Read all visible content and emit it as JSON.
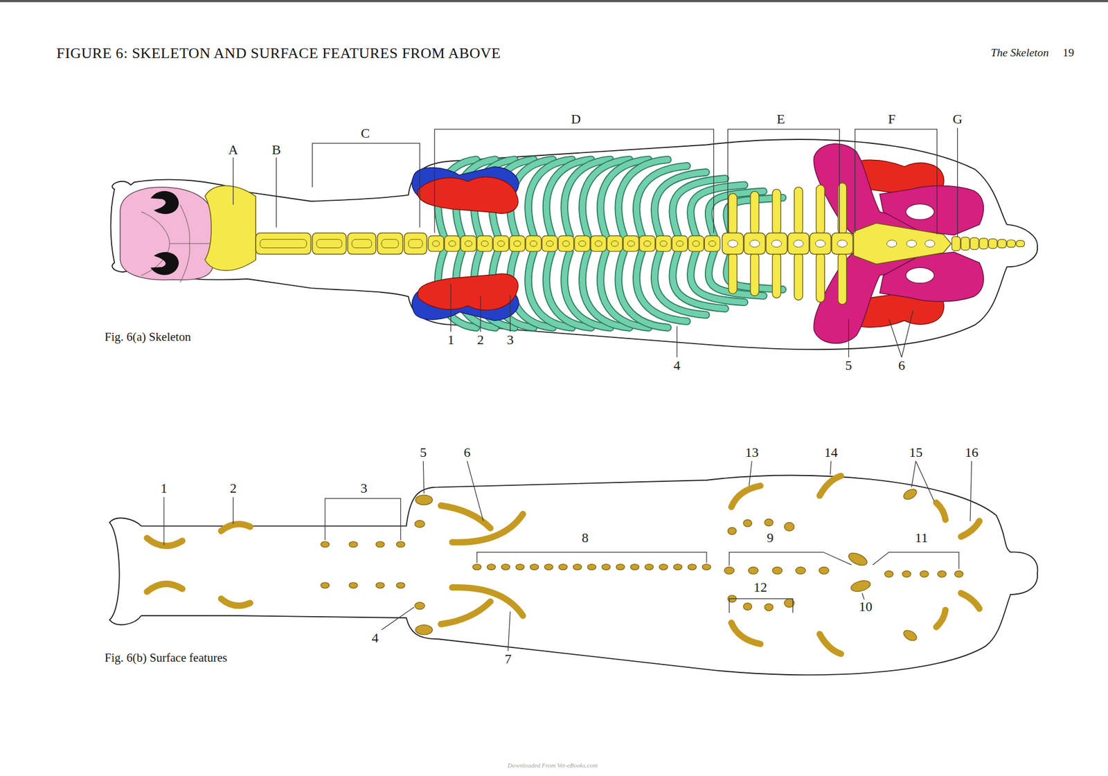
{
  "diagram": {
    "title": "FIGURE 6: SKELETON AND SURFACE FEATURES FROM ABOVE",
    "labels": [
      "The Skeleton",
      "19",
      "A",
      "B",
      "C",
      "D",
      "E",
      "F",
      "G",
      "1",
      "2",
      "3",
      "4",
      "5",
      "6",
      "Fig. 6(a) Skeleton",
      "1",
      "2",
      "3",
      "4",
      "5",
      "6",
      "7",
      "8",
      "9",
      "10",
      "11",
      "12",
      "13",
      "14",
      "15",
      "16",
      "Fig. 6(b) Surface features",
      "Downloaded From Vet-eBooks.com"
    ]
  }
}
